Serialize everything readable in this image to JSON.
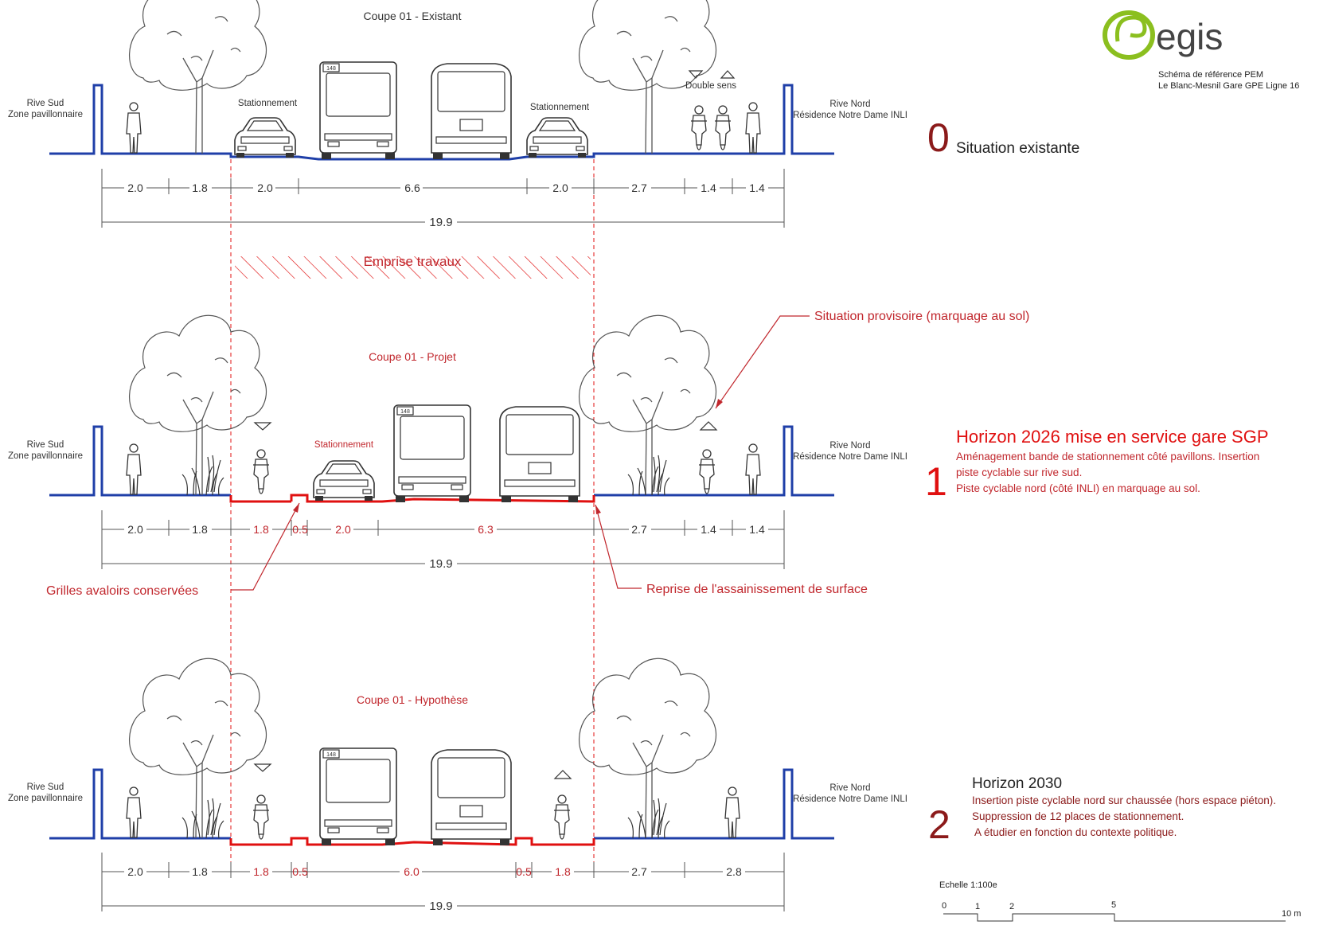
{
  "logo": {
    "brand": "egis",
    "ref_line1": "Schéma de référence PEM",
    "ref_line2": "Le Blanc-Mesnil Gare GPE Ligne 16"
  },
  "colors": {
    "existing_ground": "#1f3fa8",
    "project_red": "#e01010",
    "annotation_red": "#c1272d",
    "heading_dark_red": "#8b1a1a",
    "brand_green": "#8bbf1f"
  },
  "sides": {
    "south_line1": "Rive Sud",
    "south_line2": "Zone pavillonnaire",
    "north_line1": "Rive Nord",
    "north_line2": "Résidence Notre Dame INLI"
  },
  "bus_number": "148",
  "sections": [
    {
      "title": "Coupe 01 - Existant",
      "parking_left": "Stationnement",
      "parking_right": "Stationnement",
      "bike_label": "Double sens",
      "dims": [
        "2.0",
        "1.8",
        "2.0",
        "6.6",
        "2.0",
        "2.7",
        "1.4",
        "1.4"
      ],
      "total": "19.9"
    },
    {
      "title": "Coupe 01 - Projet",
      "parking": "Stationnement",
      "dims": [
        "2.0",
        "1.8",
        "1.8",
        "0.5",
        "2.0",
        "6.3",
        "2.7",
        "1.4",
        "1.4"
      ],
      "total": "19.9"
    },
    {
      "title": "Coupe 01 - Hypothèse",
      "dims": [
        "2.0",
        "1.8",
        "1.8",
        "0.5",
        "6.0",
        "0.5",
        "1.8",
        "2.7",
        "2.8"
      ],
      "total": "19.9"
    }
  ],
  "emprise": "Emprise travaux",
  "callouts": {
    "provisoire": "Situation provisoire (marquage au sol)",
    "grilles": "Grilles avaloirs conservées",
    "reprise": "Reprise de l'assainissement de surface"
  },
  "horizons": [
    {
      "number": "0",
      "title": "Situation existante"
    },
    {
      "number": "1",
      "title": "Horizon 2026 mise en service gare SGP",
      "lines": [
        "Aménagement bande de stationnement côté pavillons. Insertion",
        "piste cyclable sur rive sud.",
        "Piste cyclable nord (côté INLI) en marquage au sol."
      ]
    },
    {
      "number": "2",
      "title": "Horizon 2030",
      "lines": [
        "Insertion piste cyclable nord sur chaussée (hors espace piéton).",
        "Suppression de 12 places de stationnement.",
        "A étudier en fonction du contexte politique."
      ]
    }
  ],
  "scale": {
    "title": "Echelle 1:100e",
    "ticks": [
      "0",
      "1",
      "2",
      "5",
      "10 m"
    ]
  }
}
